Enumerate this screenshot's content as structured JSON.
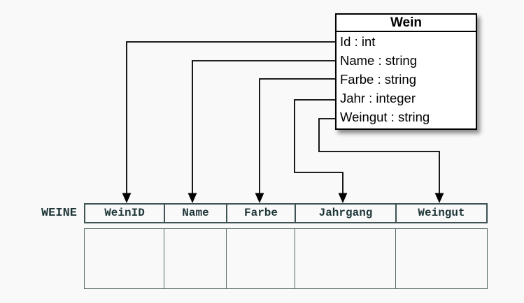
{
  "diagram": {
    "class_box": {
      "title": "Wein",
      "attributes": [
        "Id : int",
        "Name : string",
        "Farbe : string",
        "Jahr : integer",
        "Weingut : string"
      ]
    },
    "table": {
      "label": "WEINE",
      "columns": [
        "WeinID",
        "Name",
        "Farbe",
        "Jahrgang",
        "Weingut"
      ],
      "body_rows_empty": 1
    },
    "mappings": [
      {
        "from": "Id",
        "to": "WeinID"
      },
      {
        "from": "Name",
        "to": "Name"
      },
      {
        "from": "Farbe",
        "to": "Farbe"
      },
      {
        "from": "Jahr",
        "to": "Jahrgang"
      },
      {
        "from": "Weingut",
        "to": "Weingut"
      }
    ],
    "colors": {
      "background": "#f9f9f9",
      "connector_line": "#000000",
      "class_box_border": "#000000",
      "class_box_fill": "#ffffff",
      "class_box_text": "#000000",
      "table_border": "#3f5354",
      "table_text": "#1f3638"
    }
  }
}
